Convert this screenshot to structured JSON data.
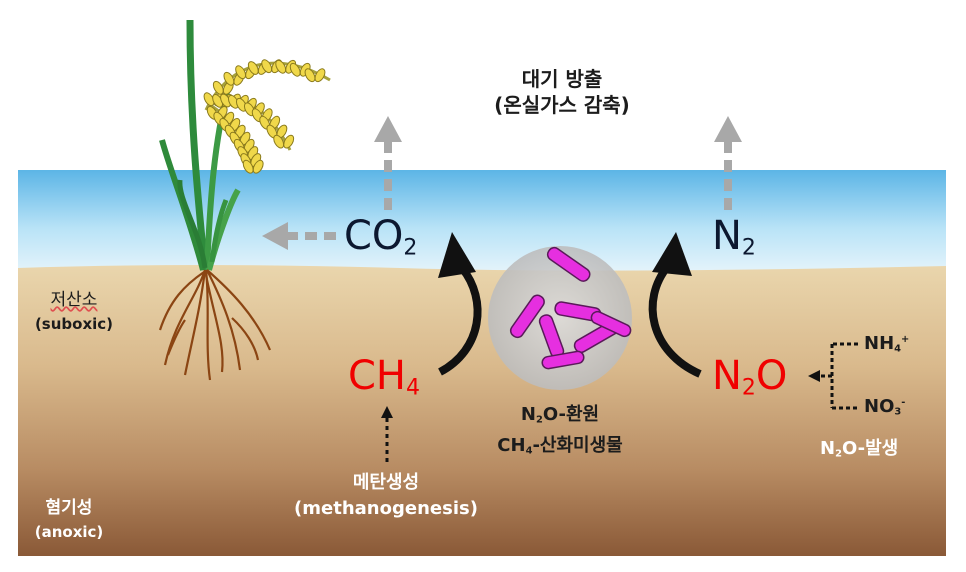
{
  "labels": {
    "atmosphere_line1": "대기 방출",
    "atmosphere_line2": "(온실가스 감축)",
    "suboxic_ko": "저산소",
    "suboxic_en": "(suboxic)",
    "anoxic_ko": "혐기성",
    "anoxic_en": "(anoxic)",
    "methanogenesis_ko": "메탄생성",
    "methanogenesis_en": "(methanogenesis)",
    "microbe_line1_suffix": "-환원",
    "microbe_line2_suffix": "-산화미생물",
    "n2o_source_suffix": "-발생"
  },
  "formulas": {
    "co2_base": "CO",
    "co2_sub": "2",
    "n2_base": "N",
    "n2_sub": "2",
    "ch4_base": "CH",
    "ch4_sub": "4",
    "n2o_n": "N",
    "n2o_sub": "2",
    "n2o_o": "O",
    "nh4_base": "NH",
    "nh4_sub": "4",
    "nh4_sup": "+",
    "no3_base": "NO",
    "no3_sub": "3",
    "no3_sup": "-",
    "small_n": "N",
    "small_n_sub": "2",
    "small_o": "O",
    "small_ch": "CH",
    "small_ch_sub": "4"
  },
  "colors": {
    "sky_top": "#ffffff",
    "water_top": "#b9e3f7",
    "water_bottom": "#5cb5e6",
    "soil_top": "#e6cfa4",
    "soil_bottom": "#8c5b3b",
    "formula_red": "#f00000",
    "formula_navy": "#0c1830",
    "microbe": "#e62fe0",
    "arrow_gray": "#a8a8a8",
    "arrow_black": "#111111"
  }
}
